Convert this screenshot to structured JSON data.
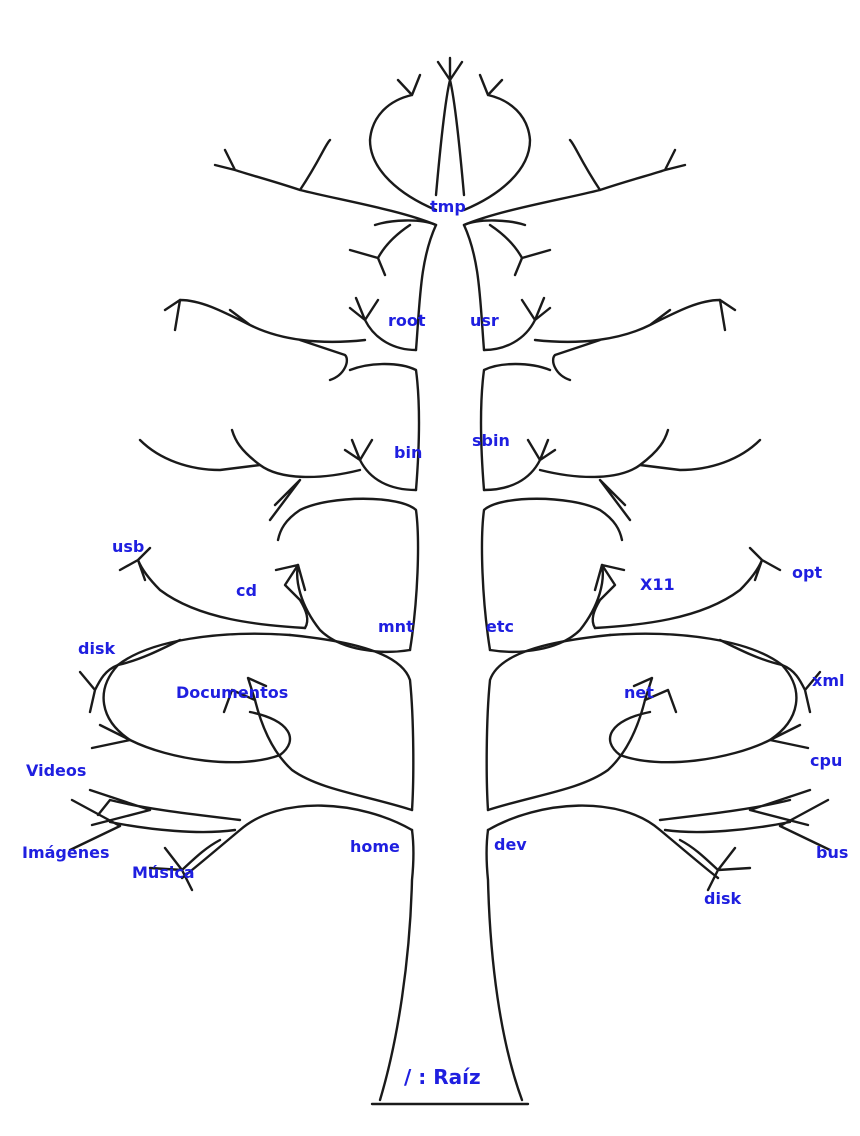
{
  "colors": {
    "label": "#1f1fe0",
    "line": "#1a1a1a",
    "background": "#ffffff"
  },
  "root": {
    "label": "/ : Raíz"
  },
  "directories": [
    {
      "id": "tmp",
      "label": "tmp"
    },
    {
      "id": "root",
      "label": "root"
    },
    {
      "id": "usr",
      "label": "usr"
    },
    {
      "id": "bin",
      "label": "bin"
    },
    {
      "id": "sbin",
      "label": "sbin"
    },
    {
      "id": "usb",
      "label": "usb"
    },
    {
      "id": "cd",
      "label": "cd"
    },
    {
      "id": "x11",
      "label": "X11"
    },
    {
      "id": "opt",
      "label": "opt"
    },
    {
      "id": "disk-mnt",
      "label": "disk"
    },
    {
      "id": "mnt",
      "label": "mnt"
    },
    {
      "id": "etc",
      "label": "etc"
    },
    {
      "id": "documentos",
      "label": "Documentos"
    },
    {
      "id": "net",
      "label": "net"
    },
    {
      "id": "xml",
      "label": "xml"
    },
    {
      "id": "videos",
      "label": "Videos"
    },
    {
      "id": "cpu",
      "label": "cpu"
    },
    {
      "id": "imagenes",
      "label": "Imágenes"
    },
    {
      "id": "home",
      "label": "home"
    },
    {
      "id": "dev",
      "label": "dev"
    },
    {
      "id": "bus",
      "label": "bus"
    },
    {
      "id": "musica",
      "label": "Música"
    },
    {
      "id": "disk-dev",
      "label": "disk"
    }
  ]
}
